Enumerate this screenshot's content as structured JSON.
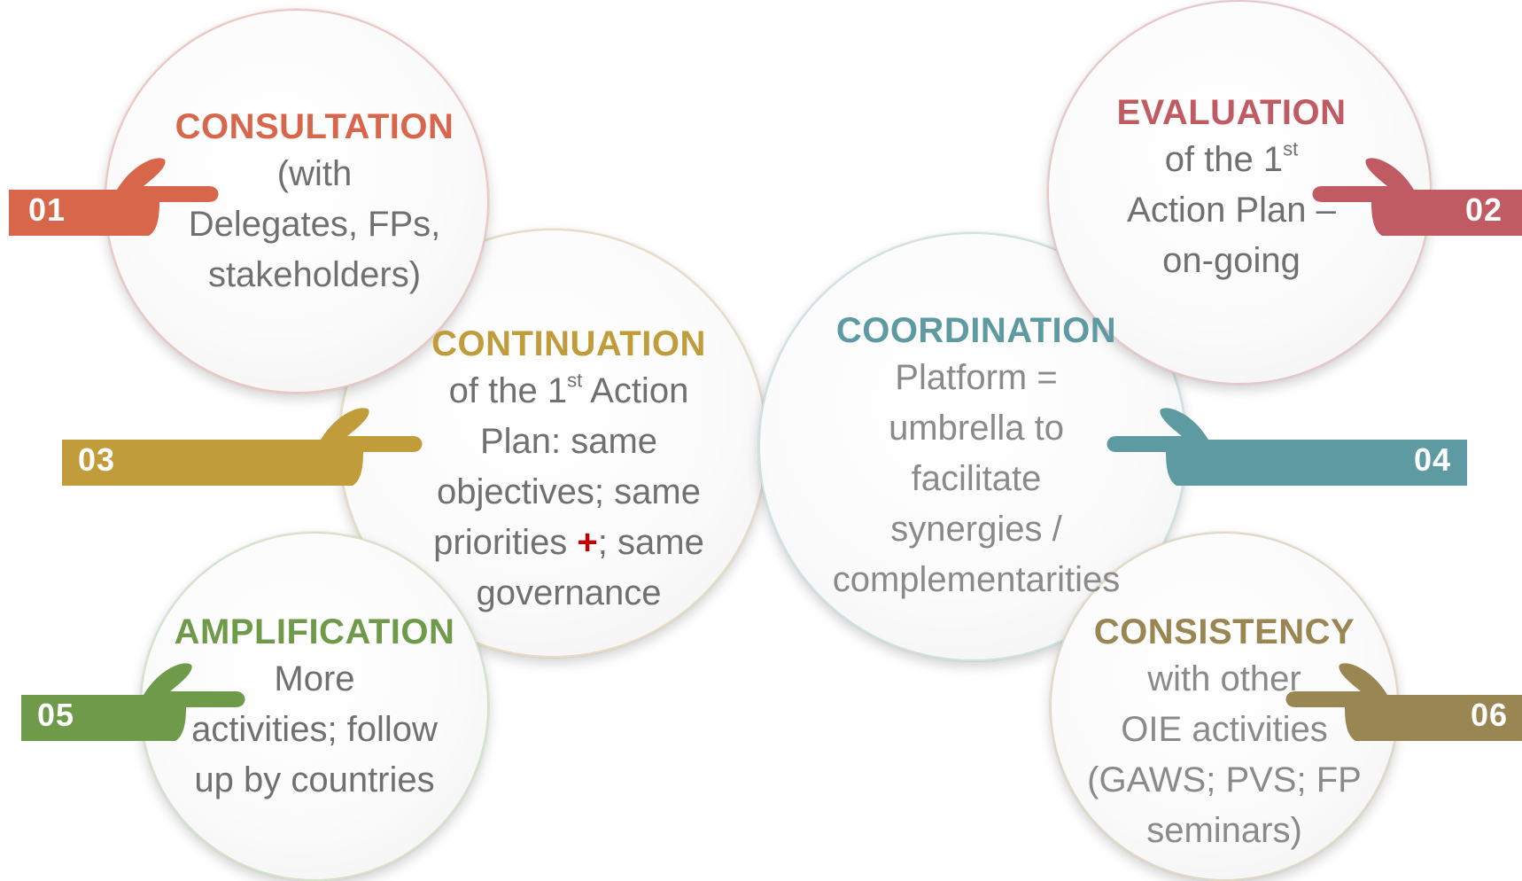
{
  "colors": {
    "n01": "#d8664a",
    "n02": "#c05b63",
    "n03": "#c09c3a",
    "n04": "#5e9aa2",
    "n05": "#6f9a4a",
    "n06": "#9a8653",
    "plus": "#c00000",
    "body_text": "#8a8a8a"
  },
  "items": [
    {
      "number": "01",
      "title": "CONSULTATION",
      "lines": [
        "(with",
        "Delegates, FPs,",
        "stakeholders)"
      ],
      "icon": "pointing-hand-right"
    },
    {
      "number": "02",
      "title": "EVALUATION",
      "line1_pre": "of the 1",
      "line1_sup": "st",
      "lines": [
        "Action Plan –",
        "on-going"
      ],
      "icon": "pointing-hand-left"
    },
    {
      "number": "03",
      "title": "CONTINUATION",
      "line1_pre": "of the 1",
      "line1_sup": "st",
      "line1_post": " Action",
      "lines": [
        "Plan: same",
        "objectives; same"
      ],
      "line4_pre": "priorities ",
      "line4_plus": "+",
      "line4_post": "; same",
      "line5": "governance",
      "icon": "pointing-hand-right"
    },
    {
      "number": "04",
      "title": "COORDINATION",
      "lines": [
        "Platform =",
        "umbrella to",
        "facilitate",
        "synergies /",
        "complementarities"
      ],
      "icon": "pointing-hand-left"
    },
    {
      "number": "05",
      "title": "AMPLIFICATION",
      "lines": [
        "More",
        "activities; follow",
        "up by countries"
      ],
      "icon": "pointing-hand-right"
    },
    {
      "number": "06",
      "title": "CONSISTENCY",
      "lines": [
        "with other",
        "OIE activities",
        "(GAWS; PVS; FP",
        "seminars)"
      ],
      "icon": "pointing-hand-left"
    }
  ]
}
